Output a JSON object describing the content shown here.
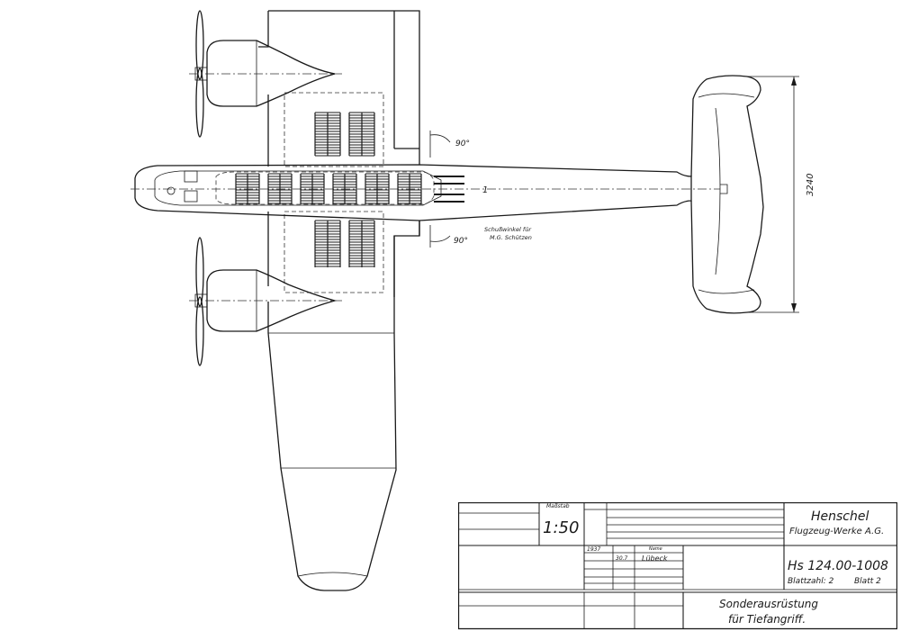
{
  "annotations": {
    "angle_top": "90°",
    "angle_bottom": "90°",
    "field_of_fire": [
      "Schußwinkel für",
      "M.G. Schützen"
    ],
    "tail_span": "3240",
    "station_mark": "1"
  },
  "title_block": {
    "scale_label": "Maßstab",
    "scale": "1:50",
    "company_name": "Henschel",
    "company_sub": "Flugzeug-Werke A.G.",
    "year": "1937",
    "date": "30.7",
    "name_label": "Name",
    "drawn_by": "Lübeck",
    "drawing_number": "Hs 124.00-1008",
    "sheet_count": "Blattzahl: 2",
    "sheet": "Blatt 2",
    "description_line1": "Sonderausrüstung",
    "description_line2": "für Tiefangriff."
  },
  "colors": {
    "ink": "#1a1a1a",
    "paper": "#ffffff"
  }
}
